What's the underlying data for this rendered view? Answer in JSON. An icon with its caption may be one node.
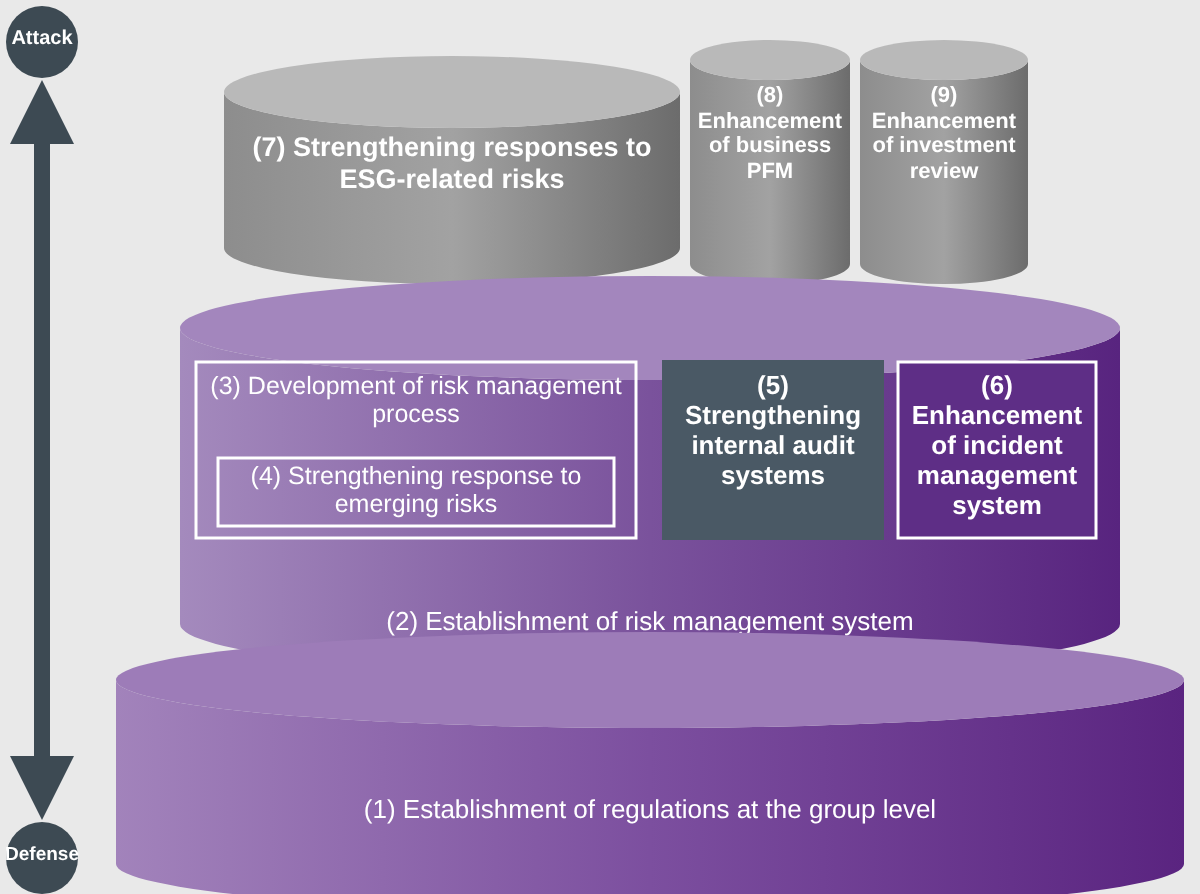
{
  "diagram": {
    "nodes": [
      {
        "text": [
          "Attack"
        ]
      },
      {
        "text": [
          "(7) Strengthening responses to ESG-related risks"
        ]
      },
      {
        "text": [
          "(8) Enhancement of business PFM"
        ]
      },
      {
        "text": [
          "(9) Enhancement of investment review"
        ]
      },
      {
        "text": [
          "(2) Establishment of risk management system"
        ]
      },
      {
        "text": [
          "(3) Development of risk management process"
        ],
        "in": 4
      },
      {
        "text": [
          "(4) Strengthening response to emerging risks"
        ],
        "in": 5
      },
      {
        "text": [
          "(5) Strengthening internal audit systems"
        ],
        "in": 4
      },
      {
        "text": [
          "(6) Enhancement of incident management system"
        ],
        "in": 4
      },
      {
        "text": [
          "(1) Establishment of regulations at the group level"
        ]
      },
      {
        "text": [
          "Defense"
        ]
      }
    ],
    "edges": [
      {
        "from": 0,
        "to": 10,
        "arrow": "both"
      }
    ]
  }
}
